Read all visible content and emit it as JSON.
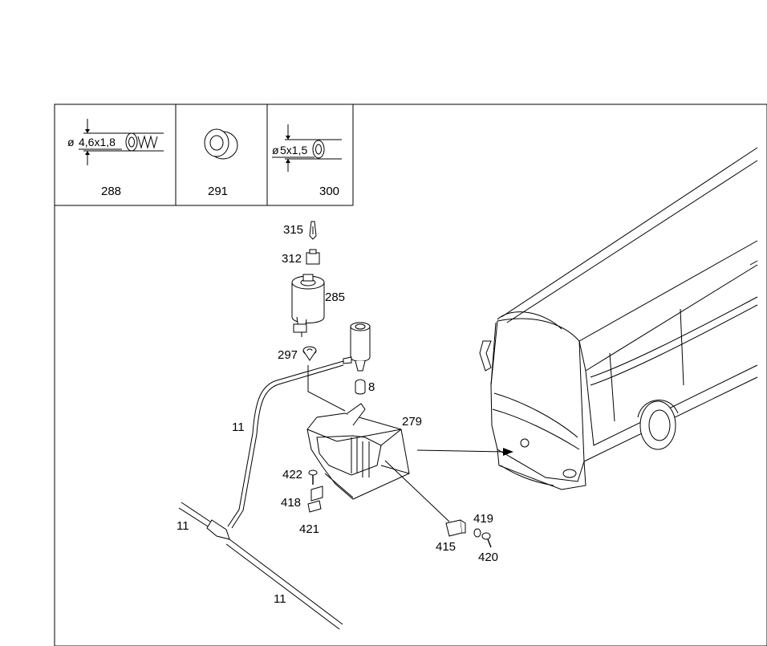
{
  "inset_parts": [
    {
      "number": "288",
      "dimension": "4,6x1,8",
      "diameter_symbol": "ø"
    },
    {
      "number": "291"
    },
    {
      "number": "300",
      "dimension": "5x1,5",
      "diameter_symbol": "ø"
    }
  ],
  "labels": {
    "p315": "315",
    "p312": "312",
    "p285": "285",
    "p297": "297",
    "p8": "8",
    "p11a": "11",
    "p279": "279",
    "p422": "422",
    "p418": "418",
    "p421": "421",
    "p11b": "11",
    "p419": "419",
    "p415": "415",
    "p420": "420",
    "p11c": "11"
  }
}
